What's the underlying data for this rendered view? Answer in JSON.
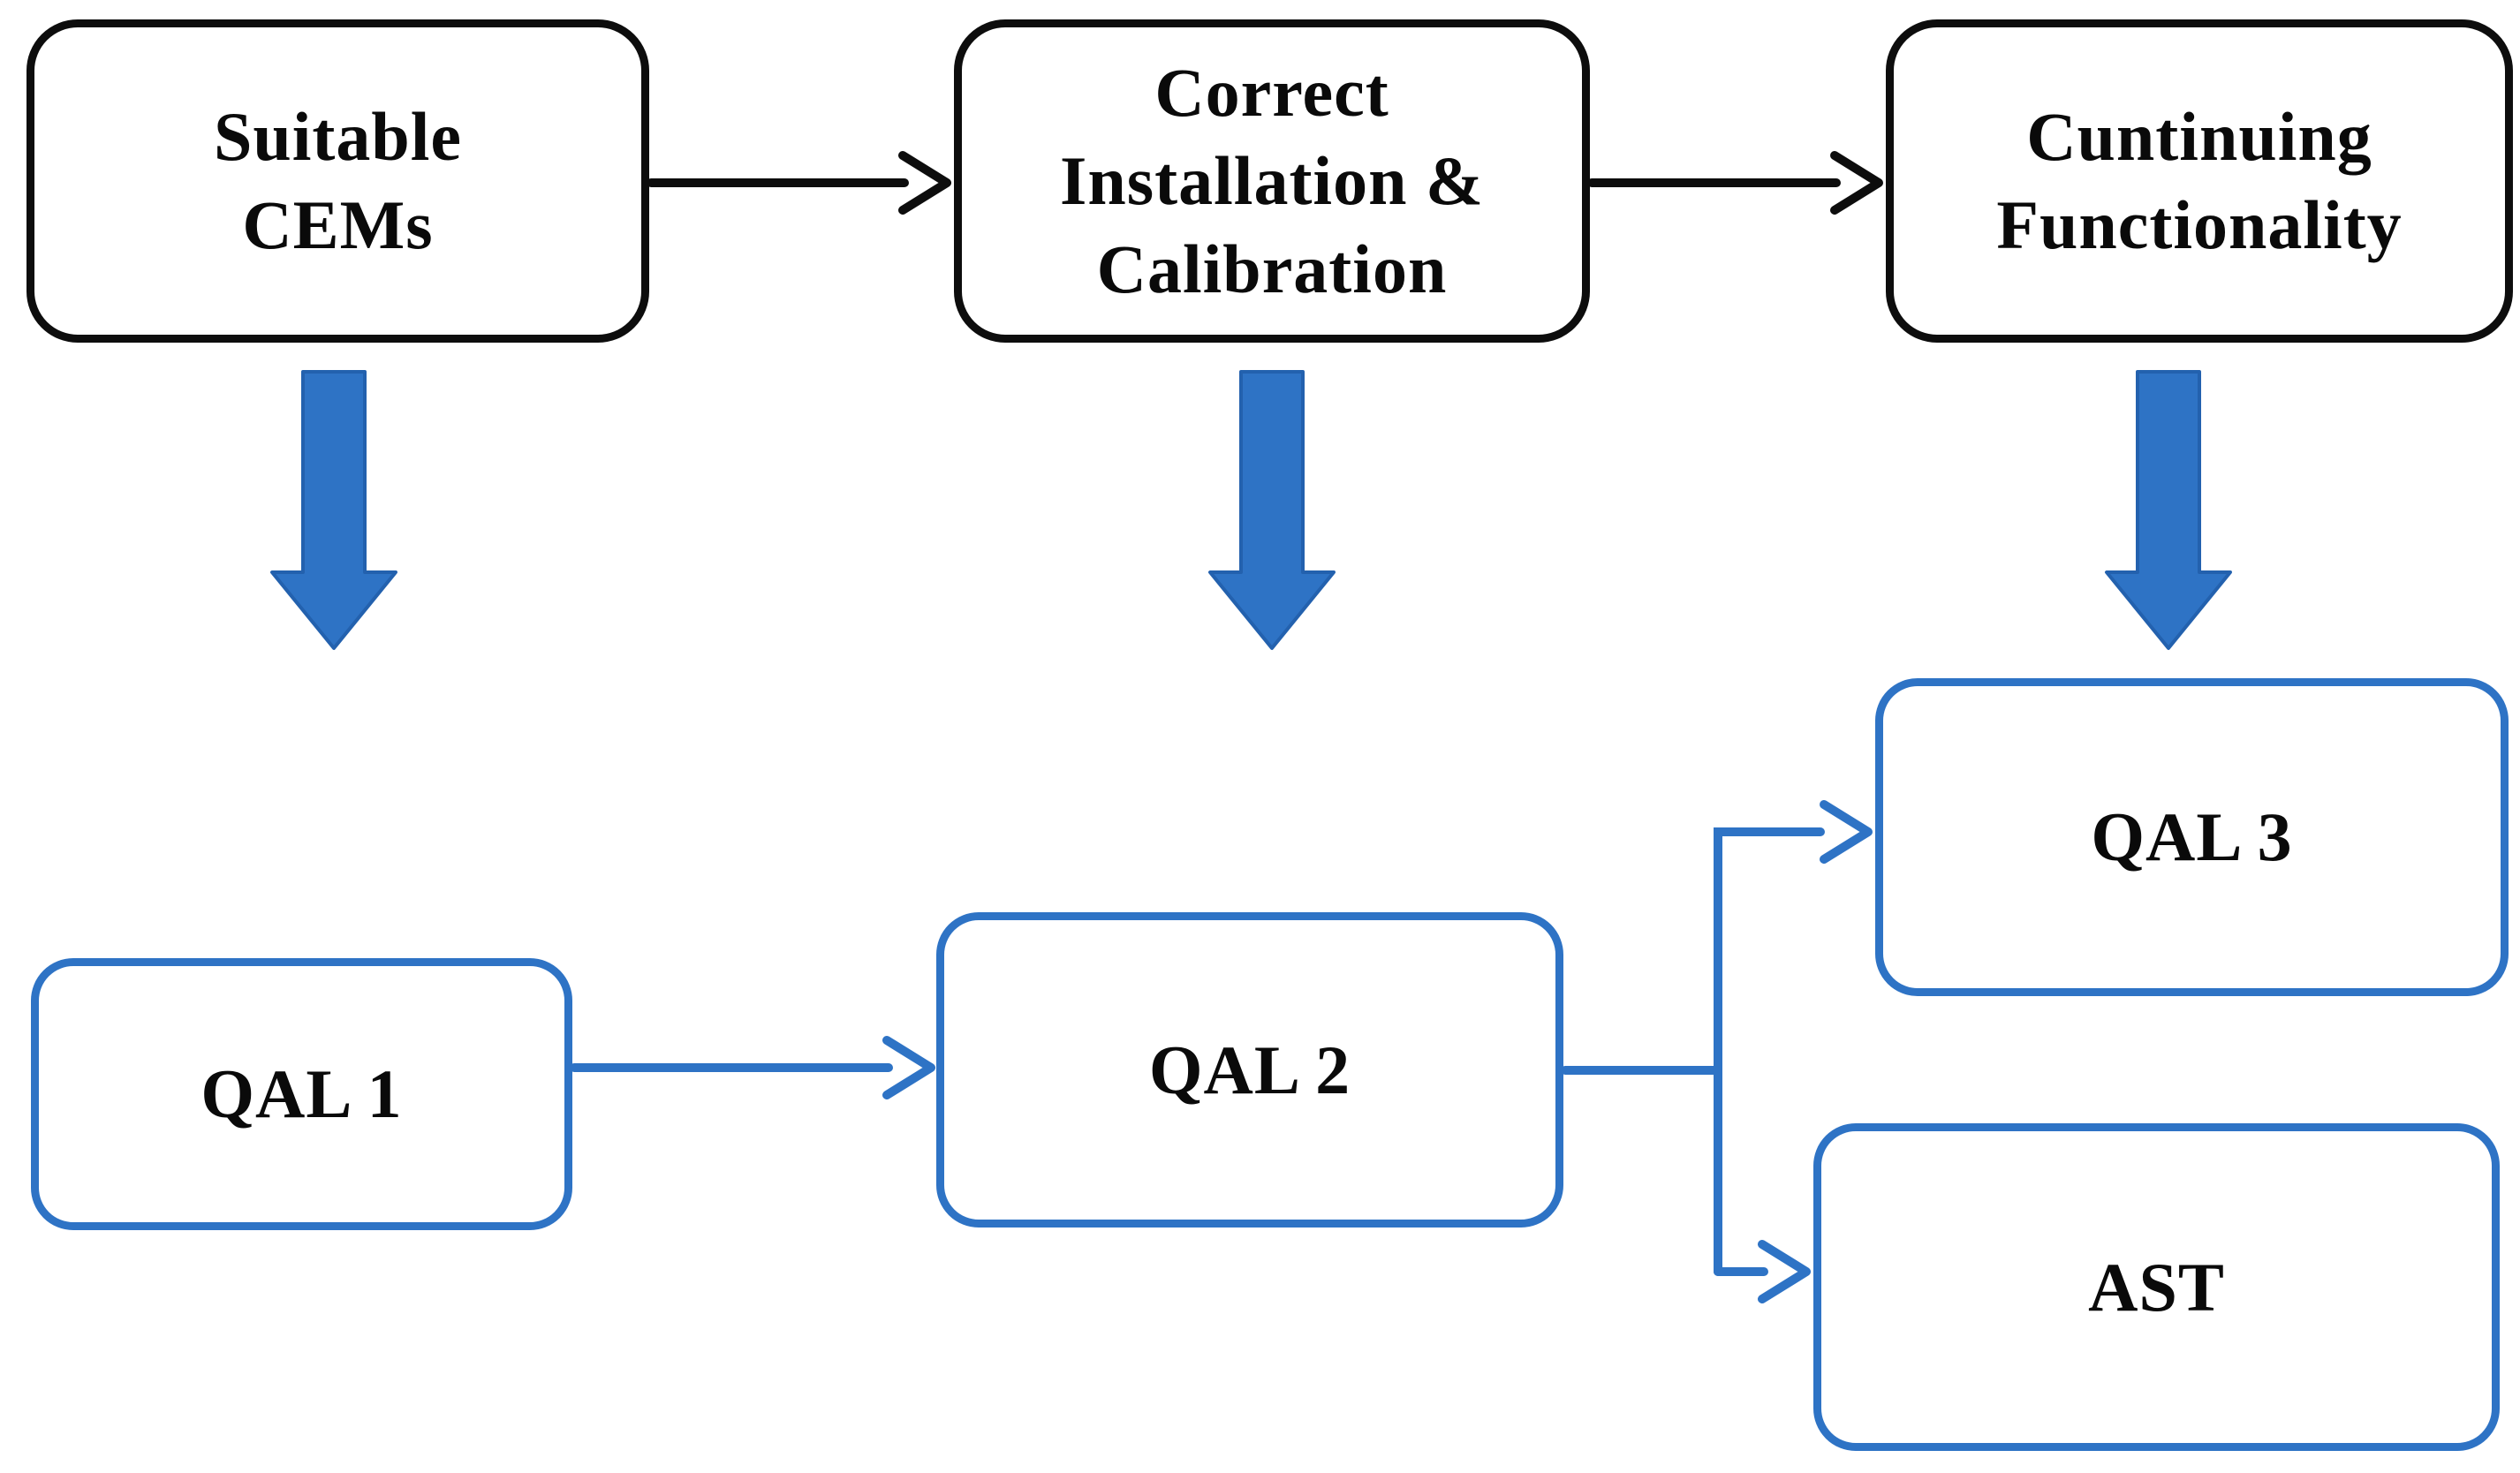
{
  "diagram": {
    "nodes": {
      "suitable_cems": {
        "label": "Suitable\nCEMs"
      },
      "correct_installation": {
        "label": "Correct\nInstallation &\nCalibration"
      },
      "continuing_functionality": {
        "label": "Cuntinuing\nFunctionality"
      },
      "qal1": {
        "label": "QAL 1"
      },
      "qal2": {
        "label": "QAL 2"
      },
      "qal3": {
        "label": "QAL 3"
      },
      "ast": {
        "label": "AST"
      }
    },
    "edges": [
      {
        "from": "Suitable CEMs",
        "to": "Correct Installation & Calibration",
        "type": "thin-arrow",
        "color": "#0d0d0d"
      },
      {
        "from": "Correct Installation & Calibration",
        "to": "Cuntinuing Functionality",
        "type": "thin-arrow",
        "color": "#0d0d0d"
      },
      {
        "from": "Suitable CEMs",
        "to": "QAL 1",
        "type": "block-arrow-down",
        "color": "#2e73c5"
      },
      {
        "from": "Correct Installation & Calibration",
        "to": "QAL 2",
        "type": "block-arrow-down",
        "color": "#2e73c5"
      },
      {
        "from": "Cuntinuing Functionality",
        "to": "QAL 3",
        "type": "block-arrow-down",
        "color": "#2e73c5"
      },
      {
        "from": "QAL 1",
        "to": "QAL 2",
        "type": "thin-arrow",
        "color": "#2e73c5"
      },
      {
        "from": "QAL 2",
        "to": "QAL 3",
        "type": "elbow-arrow",
        "color": "#2e73c5"
      },
      {
        "from": "QAL 2",
        "to": "AST",
        "type": "elbow-arrow",
        "color": "#2e73c5"
      }
    ],
    "colors": {
      "background": "#ffffff",
      "top_box_border": "#0d0d0d",
      "bottom_box_border": "#2e73c5",
      "arrow_black": "#0d0d0d",
      "arrow_blue": "#2e73c5",
      "block_arrow_fill": "#2e73c5",
      "block_arrow_outline": "#2361ae",
      "text": "#0a0a0a"
    }
  }
}
